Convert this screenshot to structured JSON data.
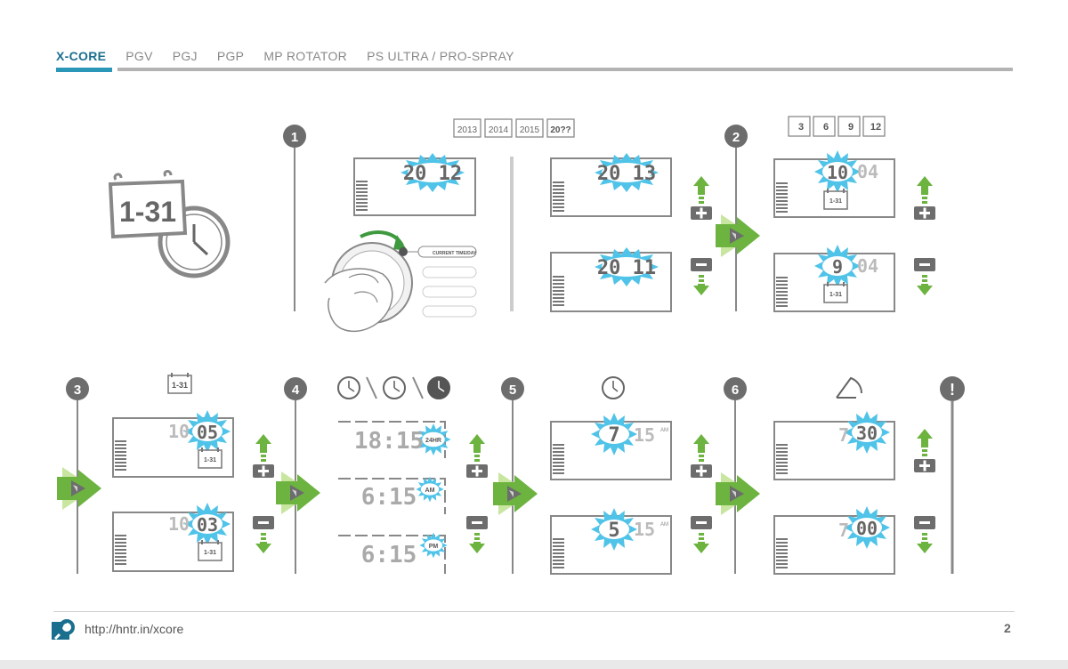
{
  "nav": {
    "tabs": [
      "X-CORE",
      "PGV",
      "PGJ",
      "PGP",
      "MP ROTATOR",
      "PS ULTRA / PRO-SPRAY"
    ],
    "active_index": 0
  },
  "steps": {
    "s1": "1",
    "s2": "2",
    "s3": "3",
    "s4": "4",
    "s5": "5",
    "s6": "6",
    "warn": "!"
  },
  "icons": {
    "calendar_clock_label": "1-31",
    "mini_calendar_label": "1-31",
    "years": [
      "2013",
      "2014",
      "2015",
      "20??"
    ],
    "months": [
      "3",
      "6",
      "9",
      "12"
    ]
  },
  "dial": {
    "label": "CURRENT TIME/DAY"
  },
  "step1": {
    "initial_year": "20 12",
    "plus_year": "20 13",
    "minus_year": "20 11"
  },
  "step2": {
    "plus_month": "10",
    "plus_day": "04",
    "minus_month": "9",
    "minus_day": "04",
    "tag": "1-31"
  },
  "step3": {
    "plus_month": "10",
    "plus_day": "05",
    "minus_month": "10",
    "minus_day": "03",
    "tag": "1-31"
  },
  "step4": {
    "rows": [
      {
        "time": "18:15",
        "mode": "24HR"
      },
      {
        "time": "6:15",
        "mode": "AM"
      },
      {
        "time": "6:15",
        "mode": "PM"
      }
    ]
  },
  "step5": {
    "plus_hour": "7",
    "plus_min": "15",
    "plus_ampm": "AM",
    "minus_hour": "5",
    "minus_min": "15",
    "minus_ampm": "AM"
  },
  "step6": {
    "plus_hour": "7",
    "plus_min": "30",
    "minus_hour": "7",
    "minus_min": "00"
  },
  "buttons": {
    "plus": "+",
    "minus": "−"
  },
  "footer": {
    "url": "http://hntr.in/xcore",
    "page": "2"
  },
  "colors": {
    "accent": "#2b97b8",
    "green": "#6cb33f",
    "grey": "#6d6d6d",
    "blink": "#4fc3e8"
  }
}
